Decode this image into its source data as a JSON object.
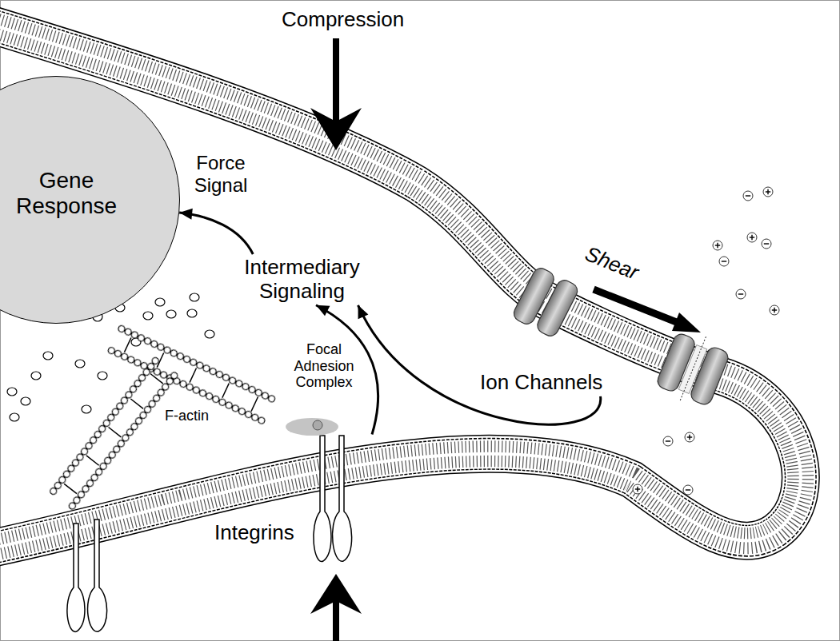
{
  "diagram": {
    "nodes": [
      {
        "text": [
          "Gene Response"
        ]
      },
      {
        "text": [
          "Intermediary Signaling"
        ]
      },
      {
        "text": [
          "Focal Adnesion Complex"
        ]
      },
      {
        "text": [
          "Ion Channels"
        ]
      }
    ],
    "edges": [
      {
        "from": 1,
        "to": 0,
        "arrow": "to",
        "label": "Force Signal"
      },
      {
        "from": 2,
        "to": 1,
        "arrow": "to"
      },
      {
        "from": 3,
        "to": 1,
        "arrow": "to"
      }
    ],
    "labels": [
      "Compression",
      "Shear",
      "F-actin",
      "Integrins"
    ]
  }
}
